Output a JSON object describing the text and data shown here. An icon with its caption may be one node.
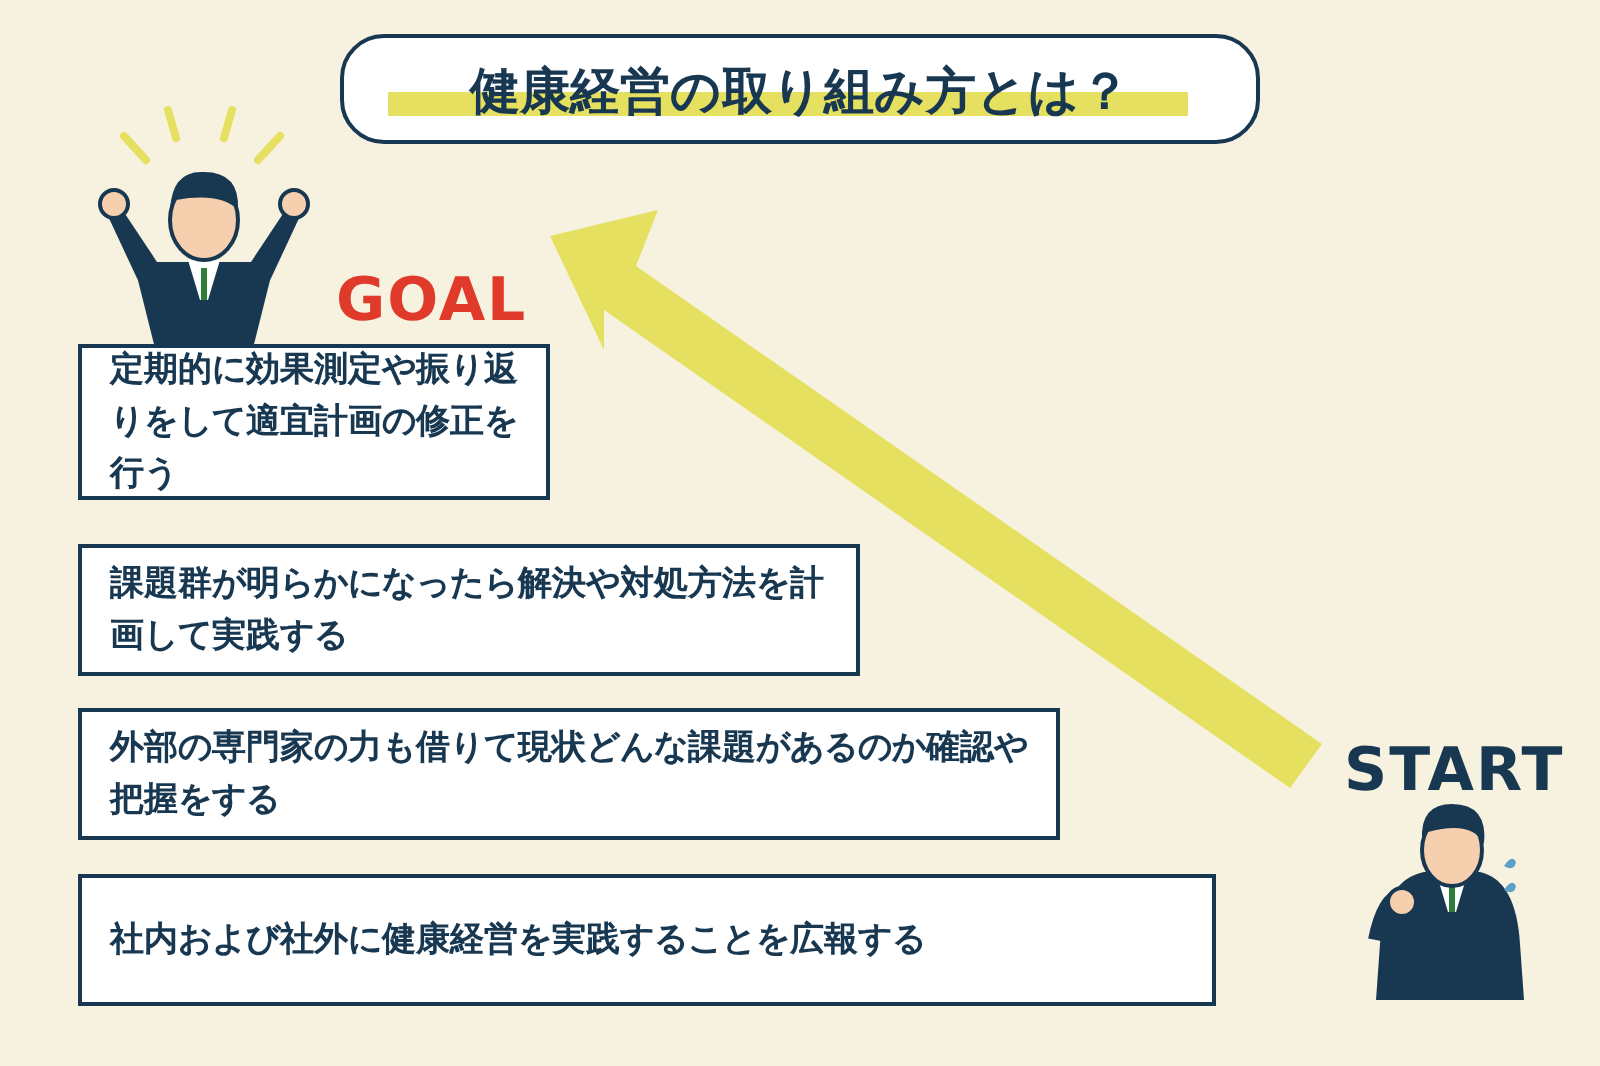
{
  "diagram": {
    "title": "健康経営の取り組み方とは？",
    "nodes": [
      {
        "text": [
          "定期的に効果測定や振り返りをして適宜計画の修正を行う"
        ]
      },
      {
        "text": [
          "課題群が明らかになったら解決や対処方法を計画して実践する"
        ]
      },
      {
        "text": [
          "外部の専門家の力も借りて現状どんな課題があるのか確認や把握をする"
        ]
      },
      {
        "text": [
          "社内および社外に健康経営を実践することを広報する"
        ]
      }
    ],
    "labels": [
      "GOAL",
      "START"
    ]
  }
}
